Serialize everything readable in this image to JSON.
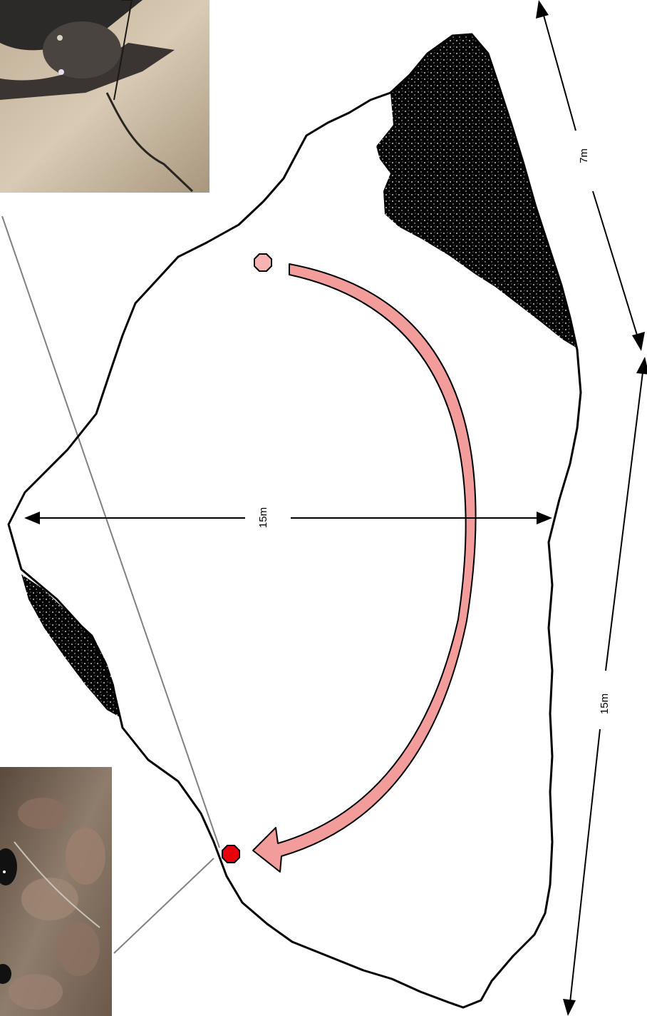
{
  "dimensions": {
    "top_right_width": "7m",
    "center_width": "15m",
    "right_length": "15m"
  },
  "markers": {
    "start_color": "#f7b3b3",
    "end_color": "#e8000b",
    "arrow_color": "#f39c9c"
  },
  "photos": {
    "top": "bat-photo",
    "bottom": "cave-wall-bats-photo"
  }
}
